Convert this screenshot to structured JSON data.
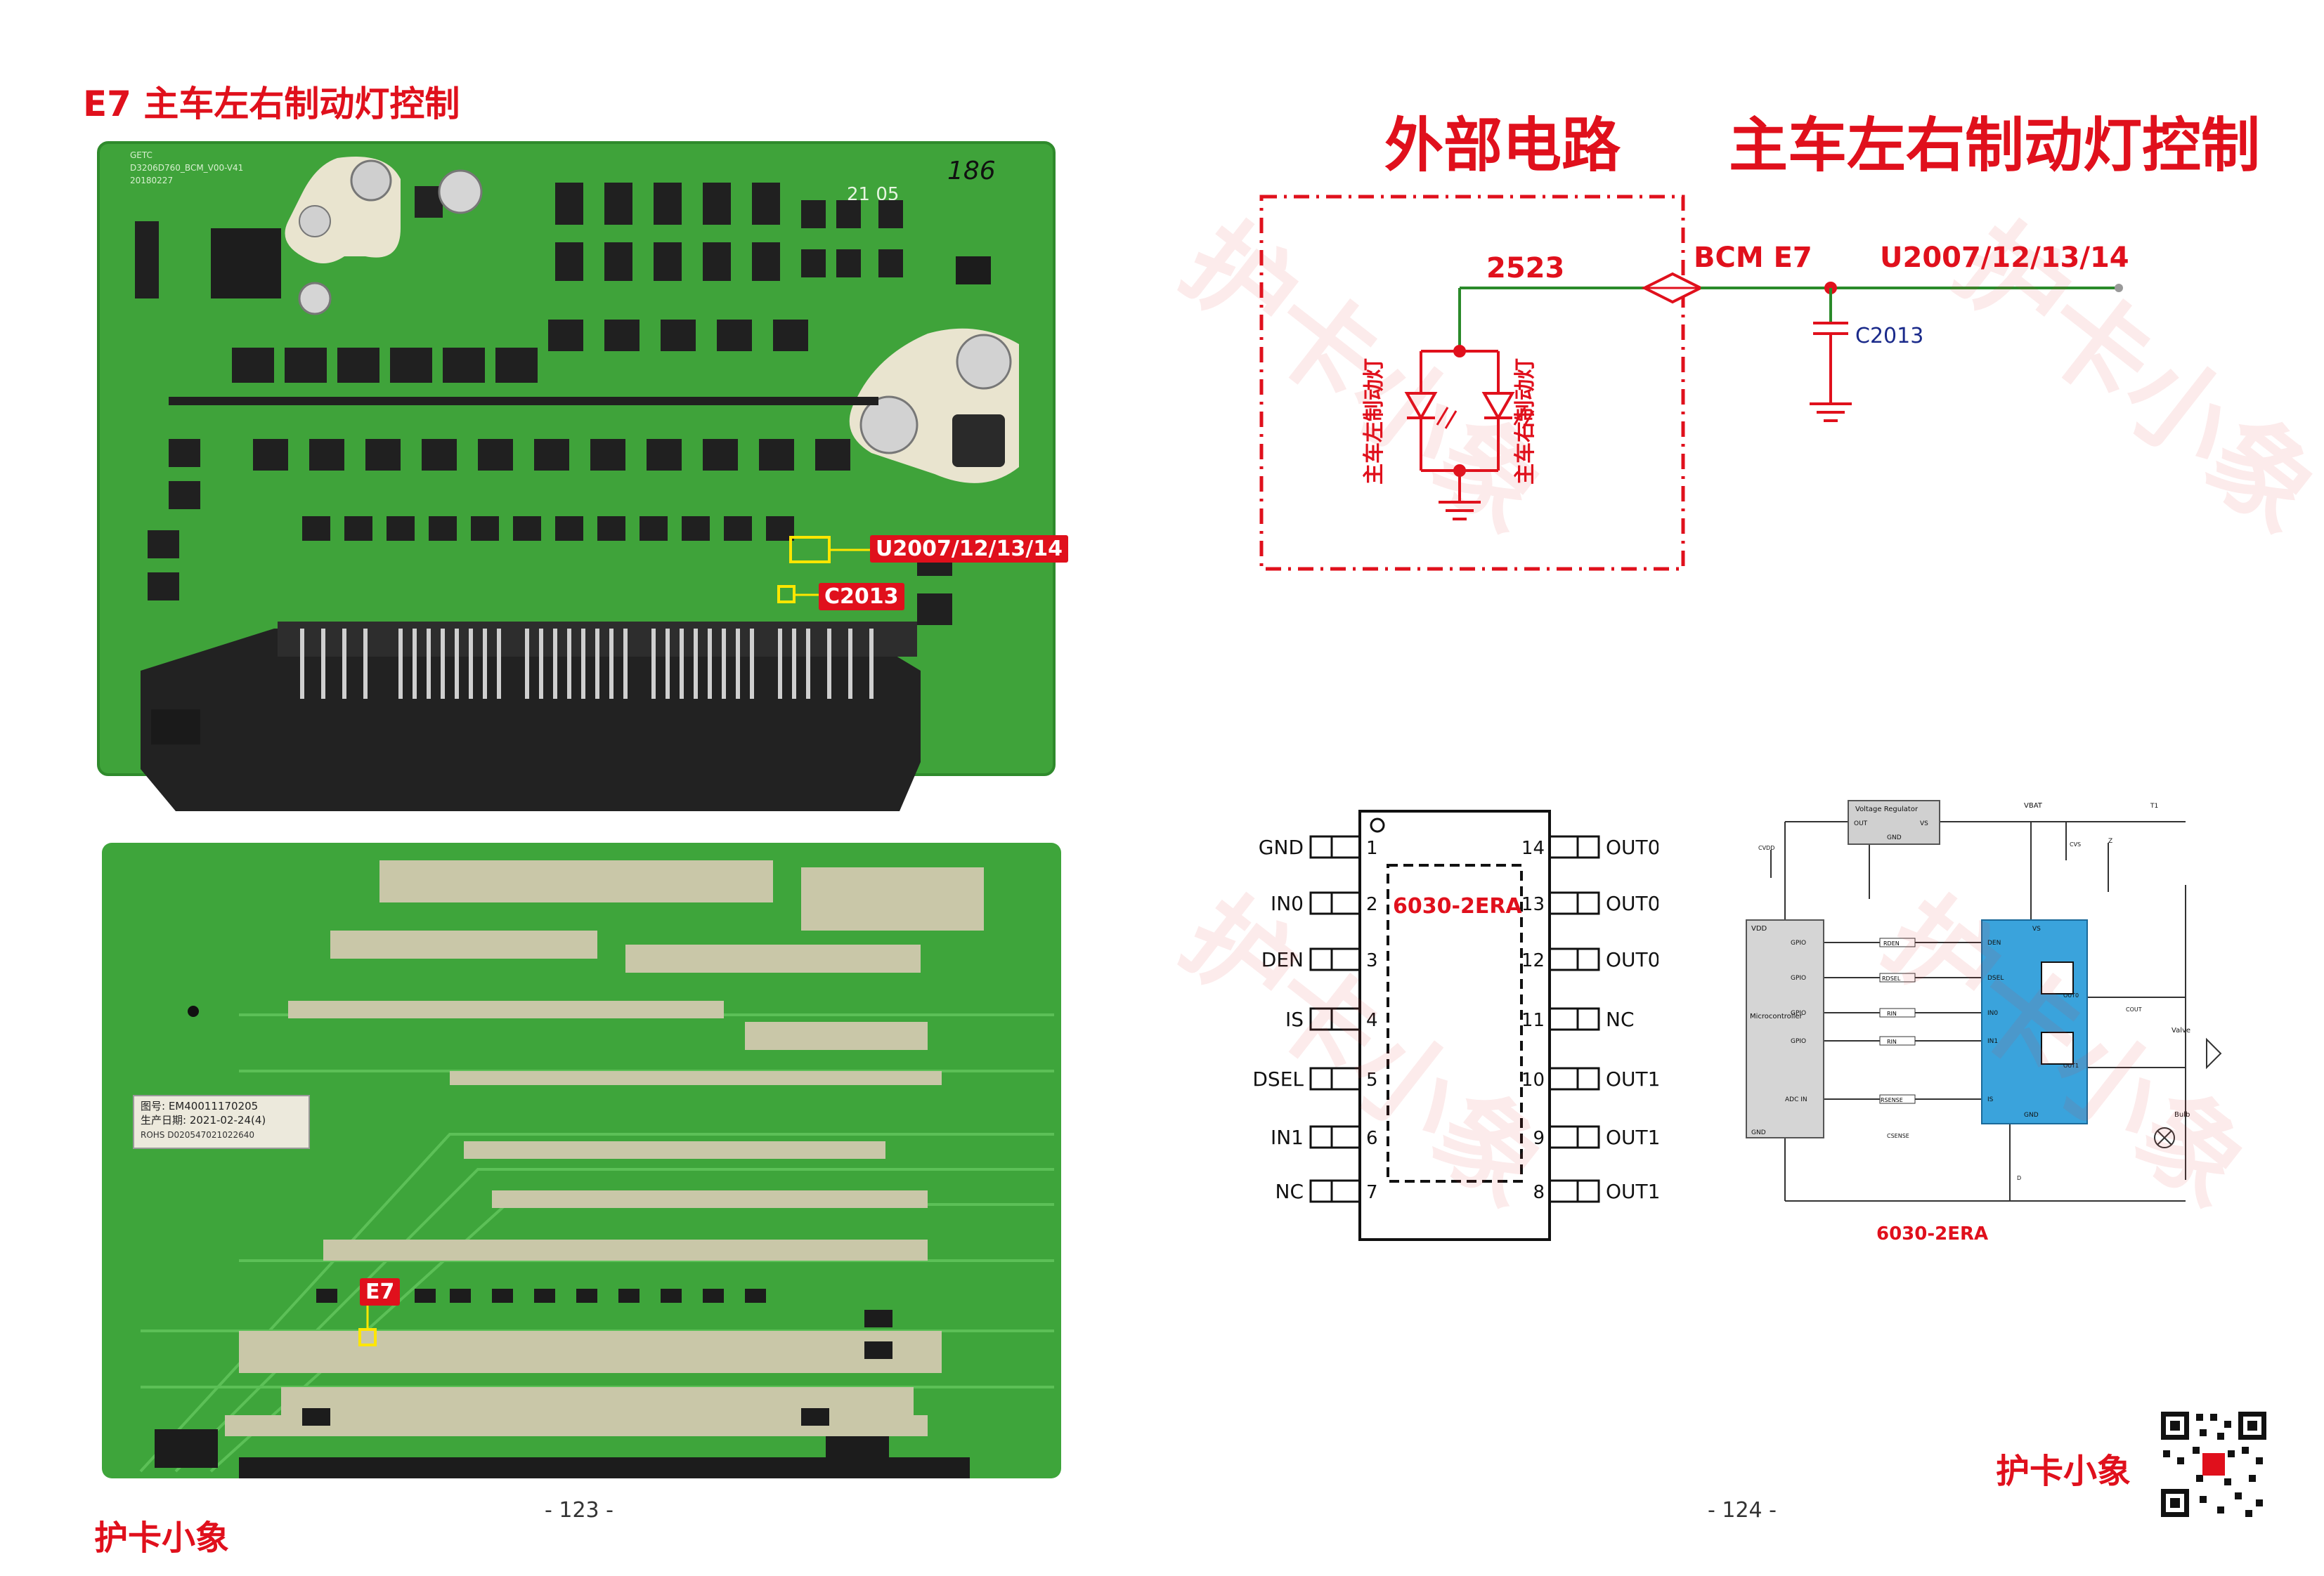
{
  "left_page": {
    "title": "E7  主车左右制动灯控制",
    "callouts": {
      "u_label": "U2007/12/13/14",
      "c_label": "C2013",
      "e7_label": "E7"
    },
    "board_silk": {
      "board_id_top": "GETC",
      "board_code": "D3206D760_BCM_V00-V41",
      "board_date": "20180227",
      "handwritten": "186",
      "date_mark": "21 05",
      "sticker_line1": "图号: EM40011170205",
      "sticker_line2": "生产日期: 2021-02-24(4)",
      "sticker_line3": "ROHS D020547021022640"
    },
    "page_number": "- 123 -",
    "brand": "护卡小象"
  },
  "right_page": {
    "title_external": "外部电路",
    "title_main": "主车左右制动灯控制",
    "circuit": {
      "wire_label": "2523",
      "connector_label": "BCM E7",
      "chip_label": "U2007/12/13/14",
      "cap_label": "C2013",
      "lamp_left": "主车左制动灯",
      "lamp_right": "主车右制动灯"
    },
    "ic": {
      "part": "6030-2ERA",
      "left_pins": [
        {
          "num": "1",
          "name": "GND"
        },
        {
          "num": "2",
          "name": "IN0"
        },
        {
          "num": "3",
          "name": "DEN"
        },
        {
          "num": "4",
          "name": "IS"
        },
        {
          "num": "5",
          "name": "DSEL"
        },
        {
          "num": "6",
          "name": "IN1"
        },
        {
          "num": "7",
          "name": "NC"
        }
      ],
      "right_pins": [
        {
          "num": "14",
          "name": "OUT0"
        },
        {
          "num": "13",
          "name": "OUT0"
        },
        {
          "num": "12",
          "name": "OUT0"
        },
        {
          "num": "11",
          "name": "NC"
        },
        {
          "num": "10",
          "name": "OUT1"
        },
        {
          "num": "9",
          "name": "OUT1"
        },
        {
          "num": "8",
          "name": "OUT1"
        }
      ]
    },
    "app_circuit": {
      "part": "6030-2ERA",
      "voltage_regulator": "Voltage Regulator",
      "reg_out": "OUT",
      "reg_vs": "VS",
      "reg_gnd": "GND",
      "vbat": "VBAT",
      "mcu": "Microcontroller",
      "mcu_vdd": "VDD",
      "mcu_gpio": [
        "GPIO",
        "GPIO",
        "GPIO",
        "GPIO"
      ],
      "mcu_adc": "ADC IN",
      "mcu_gnd": "GND",
      "chip_pins": [
        "DEN",
        "DSEL",
        "IN0",
        "IN1",
        "IS",
        "VS",
        "OUT0",
        "OUT1",
        "GND"
      ],
      "resistors": [
        "RDEN",
        "RDSEL",
        "RIN",
        "RIN",
        "RSENSE"
      ],
      "load_valve": "Valve",
      "load_bulb": "Bulb",
      "cap_vdd": "CVDD",
      "cap_vs": "CVS",
      "cap_sense": "CSENSE",
      "cap_out": "COUT",
      "diode_d": "D",
      "transistor": "T1",
      "diode_z": "Z"
    },
    "page_number": "- 124 -",
    "brand": "护卡小象"
  },
  "colors": {
    "accent": "#e0101c",
    "pcb_green": "#3fa33a",
    "wire_green": "#2a8a2a"
  }
}
